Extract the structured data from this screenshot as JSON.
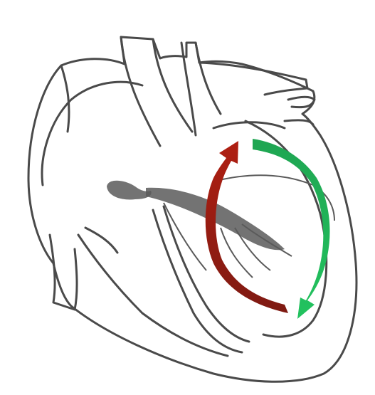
{
  "diagram": {
    "subject": "heart-cross-section",
    "colors": {
      "background": "#ffffff",
      "outline": "#4a4a4a",
      "fiber": "#5a5a5a",
      "arrow_red": "#b01f12",
      "arrow_red_dark": "#7e1a12",
      "arrow_green": "#1fa552",
      "arrow_green_light": "#22c35f"
    },
    "arrows": [
      {
        "name": "upward-red-arrow",
        "color_key": "arrow_red",
        "direction": "up"
      },
      {
        "name": "downward-green-arrow",
        "color_key": "arrow_green",
        "direction": "down"
      }
    ]
  }
}
